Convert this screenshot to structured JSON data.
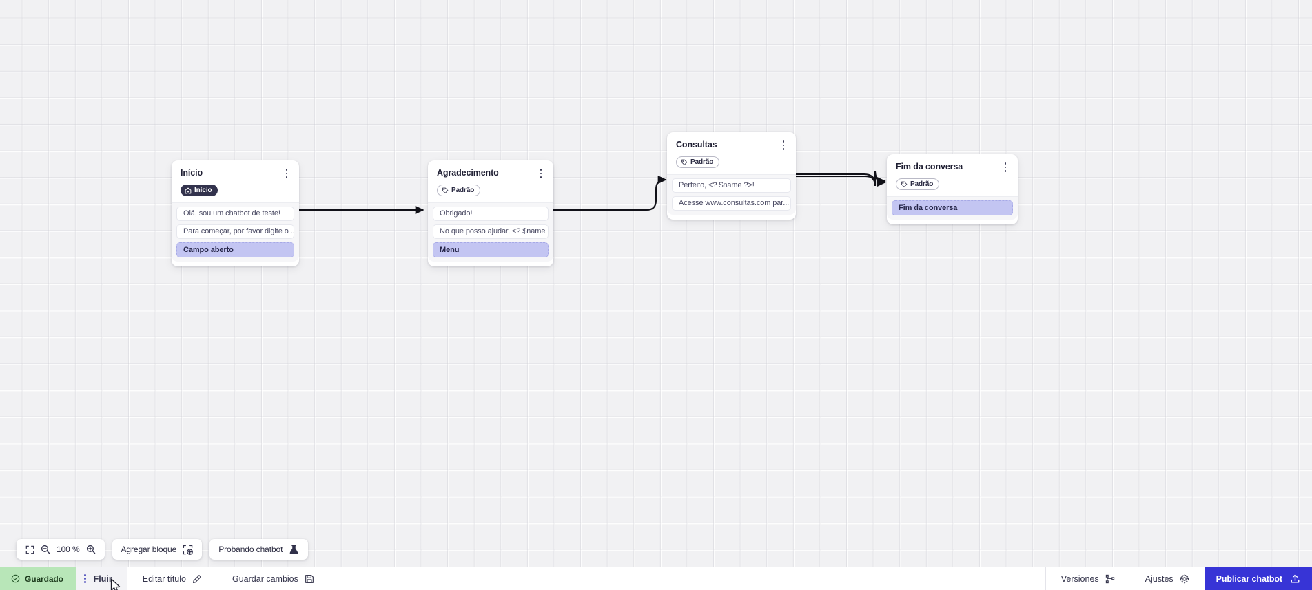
{
  "canvas": {
    "zoom_level": "100 %",
    "grid": "dotted-grid"
  },
  "nodes": [
    {
      "id": "inicio",
      "title": "Início",
      "badge": {
        "label": "Início",
        "style": "dark",
        "icon": "home-icon"
      },
      "messages": [
        {
          "text": "Olá, sou um chatbot de teste!",
          "type": "message"
        },
        {
          "text": "Para começar, por favor digite o ...",
          "type": "message"
        },
        {
          "text": "Campo aberto",
          "type": "action"
        }
      ]
    },
    {
      "id": "agradecimento",
      "title": "Agradecimento",
      "badge": {
        "label": "Padrão",
        "style": "outline",
        "icon": "tag-icon"
      },
      "messages": [
        {
          "text": "Obrigado!",
          "type": "message"
        },
        {
          "text": "No que posso ajudar, <? $name ...",
          "type": "message"
        },
        {
          "text": "Menu",
          "type": "action"
        }
      ]
    },
    {
      "id": "consultas",
      "title": "Consultas",
      "badge": {
        "label": "Padrão",
        "style": "outline",
        "icon": "tag-icon"
      },
      "messages": [
        {
          "text": "Perfeito, <? $name ?>!",
          "type": "message"
        },
        {
          "text": "Acesse www.consultas.com par...",
          "type": "message"
        }
      ]
    },
    {
      "id": "fim-da-conversa",
      "title": "Fim da conversa",
      "badge": {
        "label": "Padrão",
        "style": "outline",
        "icon": "tag-icon"
      },
      "messages": [
        {
          "text": "Fim da conversa",
          "type": "action"
        }
      ]
    }
  ],
  "toolbar": {
    "fit_view_label": "fit-view-icon",
    "zoom_out_label": "zoom-out-icon",
    "zoom_value": "100 %",
    "zoom_in_label": "zoom-in-icon",
    "add_block_label": "Agregar bloque",
    "test_chatbot_label": "Probando chatbot"
  },
  "statusbar": {
    "saved_label": "Guardado",
    "flow_tab_label": "Fluir",
    "edit_title_label": "Editar título",
    "save_changes_label": "Guardar cambios",
    "versions_label": "Versiones",
    "settings_label": "Ajustes",
    "publish_label": "Publicar chatbot"
  },
  "colors": {
    "accent_publish": "#3734d6",
    "saved_green": "#b8e6b8",
    "action_lavender": "#c3c5f2",
    "badge_dark": "#33334d",
    "canvas_bg": "#f1f1f3",
    "edge_stroke": "#111118"
  }
}
